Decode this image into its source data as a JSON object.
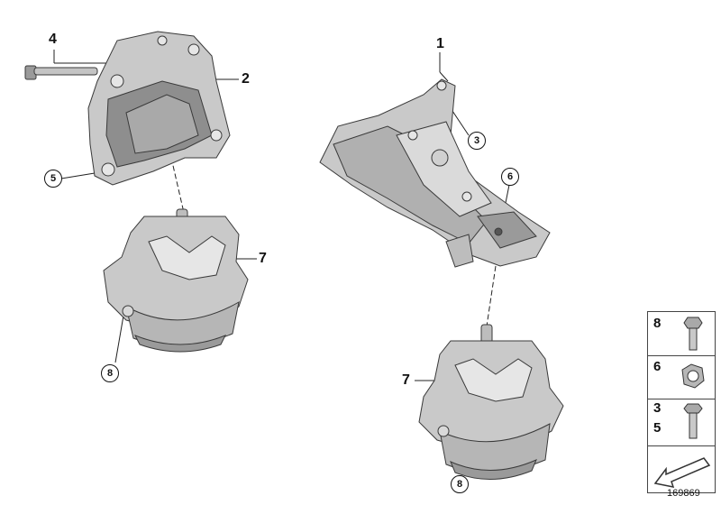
{
  "labels": {
    "n1": "1",
    "n2": "2",
    "n3": "3",
    "n4": "4",
    "n5": "5",
    "n6": "6",
    "n7_left": "7",
    "n7_right": "7",
    "n8_left": "8",
    "n8_right": "8"
  },
  "legend": {
    "row1": "8",
    "row2": "6",
    "row3a": "3",
    "row3b": "5"
  },
  "diagram_number": "169869",
  "colors": {
    "part_fill": "#c9c9c9",
    "part_dark": "#8e8e8e",
    "part_light": "#e6e6e6",
    "stroke": "#3a3a3a"
  }
}
